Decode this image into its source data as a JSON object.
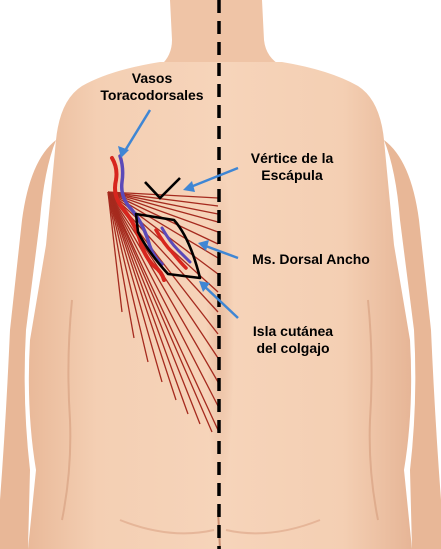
{
  "colors": {
    "skin": "#f3cdb0",
    "skin_shadow": "#e3b093",
    "background": "#ffffff",
    "midline": "#000000",
    "arrow": "#3f86d4",
    "muscle_lines": "#a52a1e",
    "artery": "#d7261e",
    "vein": "#5b4ab8",
    "outline": "#000000"
  },
  "labels": {
    "vasos": {
      "line1": "Vasos",
      "line2": "Toracodorsales"
    },
    "vertice": {
      "line1": "Vértice de la",
      "line2": "Escápula"
    },
    "dorsal": {
      "line1": "Ms. Dorsal Ancho"
    },
    "isla": {
      "line1": "Isla cutánea",
      "line2": "del colgajo"
    }
  }
}
